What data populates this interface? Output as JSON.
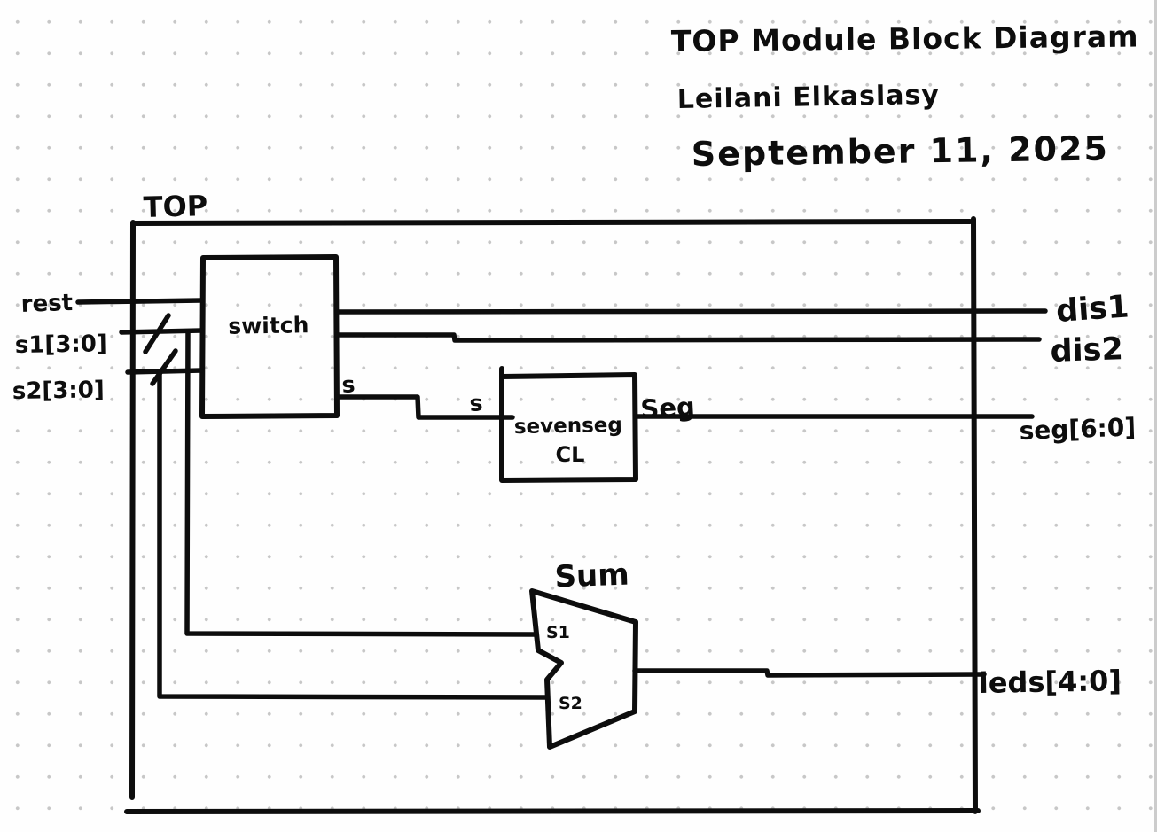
{
  "page": {
    "background": "#fefefe",
    "dot_color": "#c7c7c7",
    "ink_color": "#0d0d0d",
    "page_edge_color": "#cccccc"
  },
  "header": {
    "title": "TOP Module Block Diagram",
    "author": "Leilani Elkaslasy",
    "date": "September 11, 2025"
  },
  "diagram": {
    "container_label": "TOP",
    "blocks": {
      "switch": {
        "label": "switch"
      },
      "sevenseg": {
        "label": "sevenseg",
        "sublabel": "CL"
      },
      "sum": {
        "label": "Sum",
        "input_top_label": "S1",
        "input_bottom_label": "S2"
      }
    },
    "input_ports": {
      "rest": "rest",
      "s1": "s1[3:0]",
      "s2": "s2[3:0]"
    },
    "output_ports": {
      "dis1": "dis1",
      "dis2": "dis2",
      "seg": "seg[6:0]",
      "leds": "leds[4:0]"
    },
    "wire_labels": {
      "switch_output": "s",
      "sevenseg_input": "s",
      "sevenseg_output": "Seg"
    }
  }
}
